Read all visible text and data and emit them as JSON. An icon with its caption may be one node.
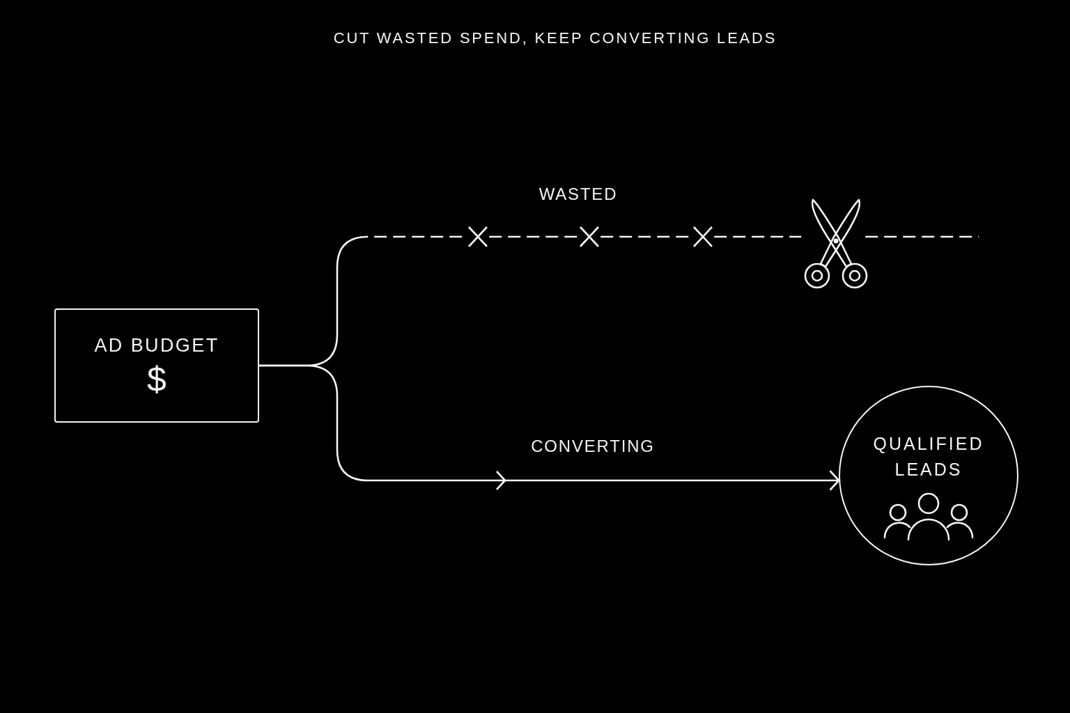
{
  "diagram": {
    "title": "CUT WASTED SPEND, KEEP CONVERTING LEADS",
    "nodes": [
      {
        "text": [
          "AD BUDGET",
          "$"
        ]
      },
      {
        "text": [
          "QUALIFIED LEADS"
        ]
      }
    ],
    "edges": [
      {
        "from": 0,
        "to": null,
        "arrow": "none",
        "label": "WASTED",
        "style": "dashed"
      },
      {
        "from": 0,
        "to": 1,
        "arrow": "to",
        "label": "CONVERTING"
      }
    ]
  }
}
